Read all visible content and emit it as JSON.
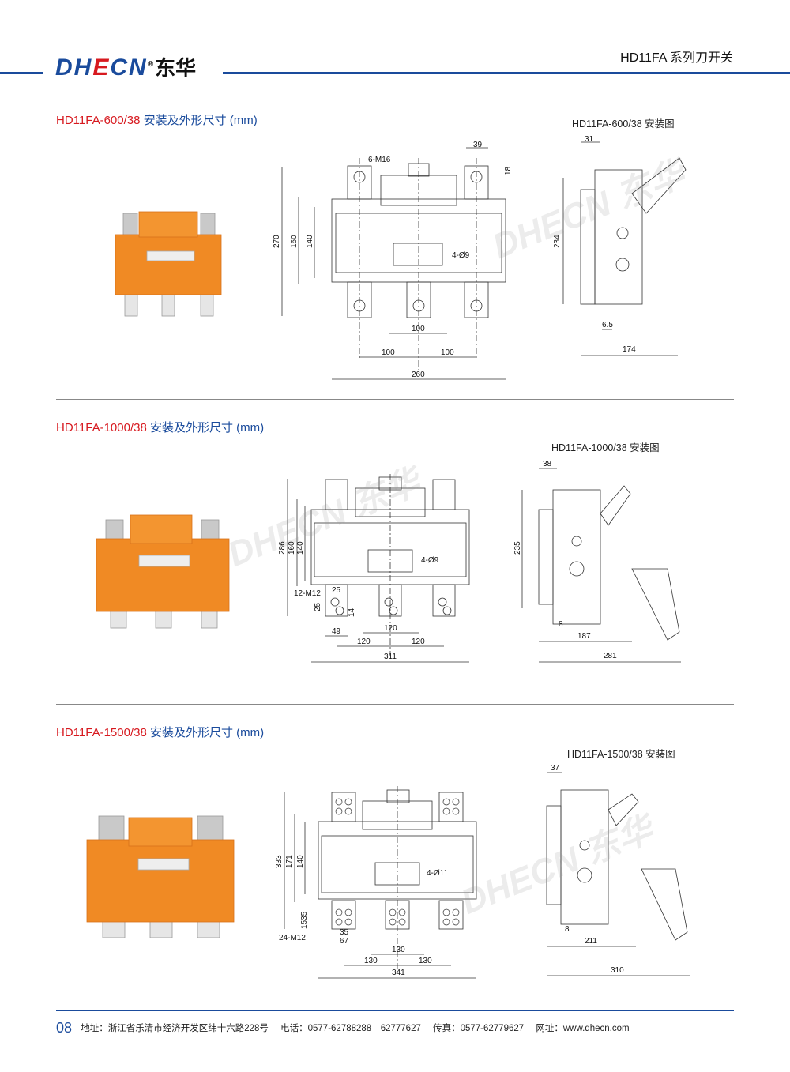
{
  "header": {
    "logo_text": "DHECN",
    "logo_reg": "®",
    "logo_cn": "东华",
    "series_title": "HD11FA 系列刀开关"
  },
  "colors": {
    "brand_blue": "#1a4b9c",
    "brand_red": "#d7191f",
    "product_orange": "#f08a24"
  },
  "sections": [
    {
      "model": "HD11FA-600/38",
      "title_suffix": "安装及外形尺寸 (mm)",
      "side_title": "HD11FA-600/38 安装图",
      "front_dims": {
        "bolts": "6-M16",
        "d39": "39",
        "d18": "18",
        "h270": "270",
        "h160": "160",
        "h140": "140",
        "holes": "4-Ø9",
        "c100": "100",
        "l100": "100",
        "r100": "100",
        "w260": "260"
      },
      "side_dims": {
        "d31": "31",
        "h234": "234",
        "d6_5": "6.5",
        "w174": "174"
      }
    },
    {
      "model": "HD11FA-1000/38",
      "title_suffix": "安装及外形尺寸 (mm)",
      "side_title": "HD11FA-1000/38 安装图",
      "front_dims": {
        "h286": "286",
        "h160": "160",
        "h140": "140",
        "holes": "4-Ø9",
        "bolts": "12-M12",
        "d25a": "25",
        "d25b": "25",
        "d14": "14",
        "d49": "49",
        "c120": "120",
        "l120": "120",
        "r120": "120",
        "w311": "311"
      },
      "side_dims": {
        "d38": "38",
        "h235": "235",
        "d8": "8",
        "w187": "187",
        "w281": "281"
      }
    },
    {
      "model": "HD11FA-1500/38",
      "title_suffix": "安装及外形尺寸 (mm)",
      "side_title": "HD11FA-1500/38 安装图",
      "front_dims": {
        "h333": "333",
        "h171": "171",
        "h140": "140",
        "holes": "4-Ø11",
        "d1535": "1535",
        "bolts": "24-M12",
        "d35": "35",
        "d67": "67",
        "c130": "130",
        "l130": "130",
        "r130": "130",
        "w341": "341"
      },
      "side_dims": {
        "d37": "37",
        "d8": "8",
        "w211": "211",
        "w310": "310"
      }
    }
  ],
  "watermark": {
    "text": "DHECN 东华"
  },
  "footer": {
    "page": "08",
    "address": "地址：浙江省乐清市经济开发区纬十六路228号",
    "phone": "电话：0577-62788288　62777627",
    "fax": "传真：0577-62779627",
    "web": "网址：www.dhecn.com"
  }
}
